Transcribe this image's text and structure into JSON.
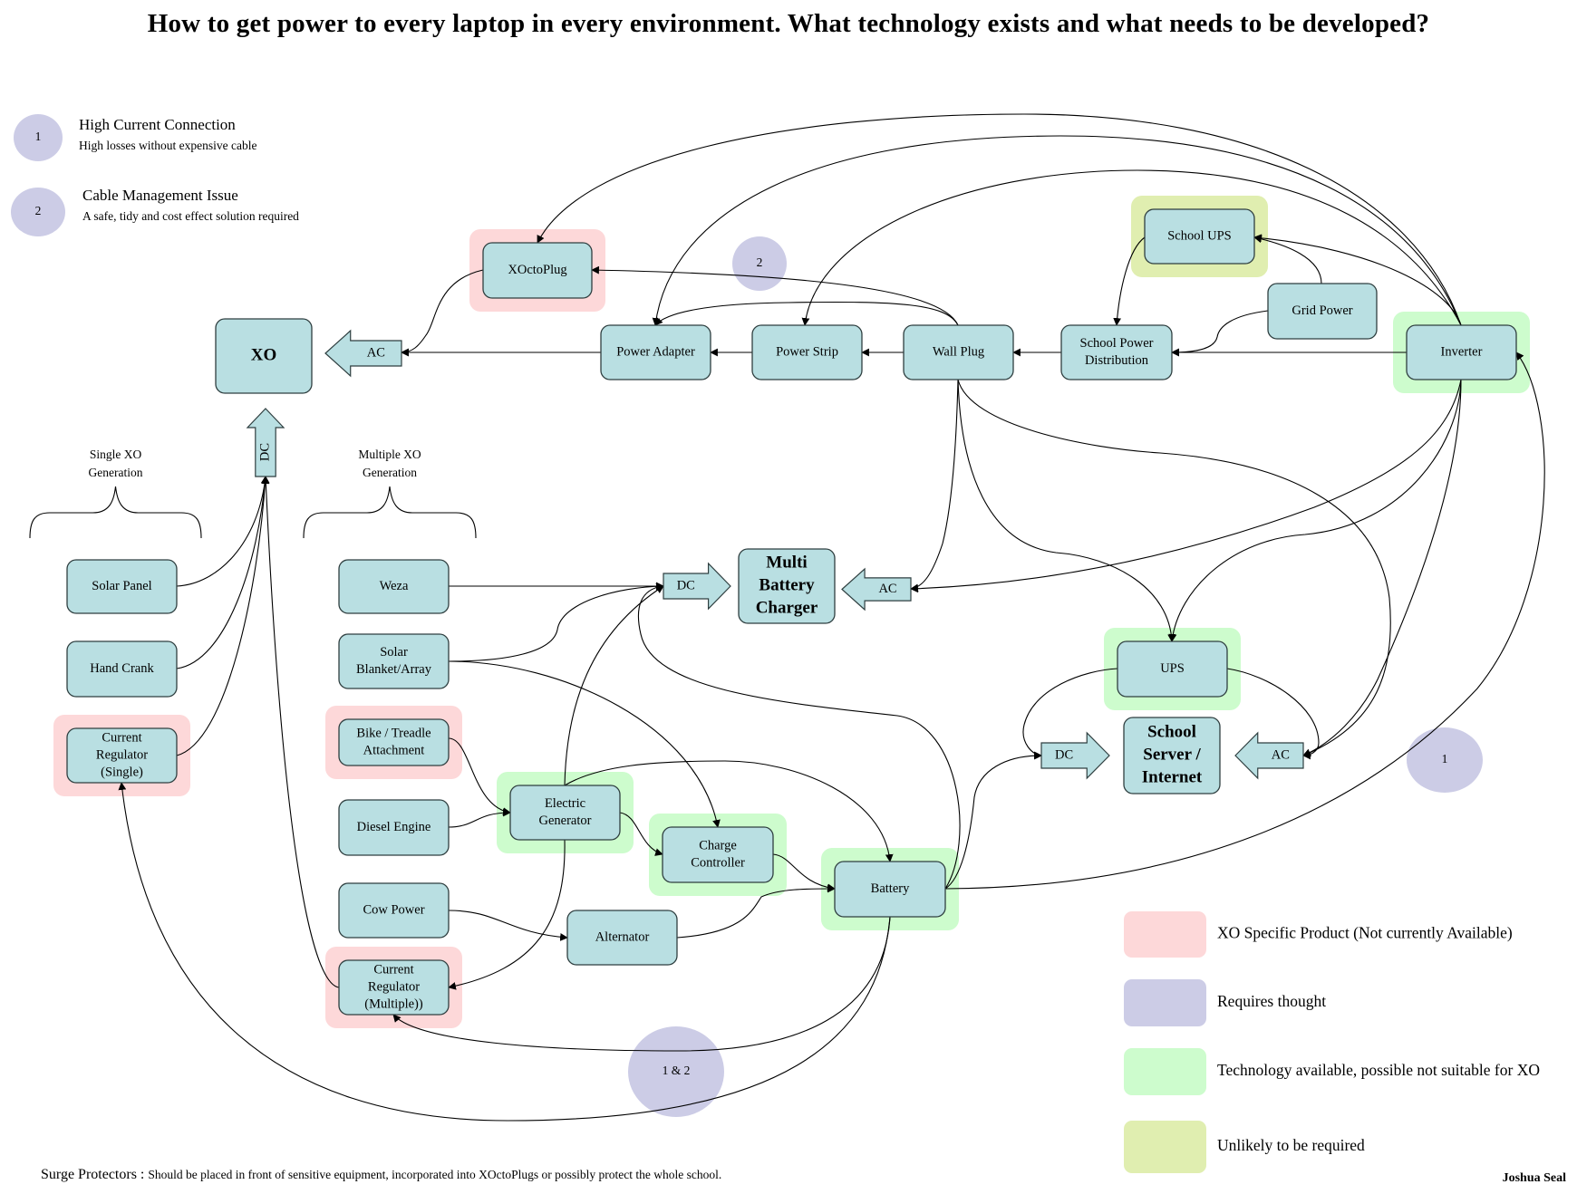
{
  "title": "How to get power to every laptop in every environment. What technology exists and what needs to be developed?",
  "notes": [
    {
      "number": "1",
      "title": "High Current Connection",
      "subtitle": "High losses without expensive cable"
    },
    {
      "number": "2",
      "title": "Cable Management Issue",
      "subtitle": "A safe, tidy and cost effect solution required"
    }
  ],
  "group_labels": {
    "single": [
      "Single XO",
      "Generation"
    ],
    "multiple": [
      "Multiple XO",
      "Generation"
    ]
  },
  "colors": {
    "node_fill": "#b9dfe2",
    "node_border": "#2f3f40",
    "xo_specific": "#fdd8d9",
    "requires_thought": "#cccce6",
    "tech_available": "#cdfccd",
    "unlikely": "#e0eeb0"
  },
  "nodes": {
    "xo": {
      "label": [
        "XO"
      ],
      "category": "none"
    },
    "xoctoplug": {
      "label": [
        "XOctoPlug"
      ],
      "category": "xo_specific"
    },
    "power_adapter": {
      "label": [
        "Power Adapter"
      ],
      "category": "none"
    },
    "power_strip": {
      "label": [
        "Power Strip"
      ],
      "category": "none"
    },
    "wall_plug": {
      "label": [
        "Wall Plug"
      ],
      "category": "none"
    },
    "school_power_distribution": {
      "label": [
        "School Power",
        "Distribution"
      ],
      "category": "none"
    },
    "school_ups": {
      "label": [
        "School UPS"
      ],
      "category": "unlikely"
    },
    "grid_power": {
      "label": [
        "Grid Power"
      ],
      "category": "none"
    },
    "inverter": {
      "label": [
        "Inverter"
      ],
      "category": "tech_available"
    },
    "solar_panel": {
      "label": [
        "Solar Panel"
      ],
      "category": "none"
    },
    "hand_crank": {
      "label": [
        "Hand Crank"
      ],
      "category": "none"
    },
    "current_regulator_single": {
      "label": [
        "Current",
        "Regulator",
        "(Single)"
      ],
      "category": "xo_specific"
    },
    "weza": {
      "label": [
        "Weza"
      ],
      "category": "none"
    },
    "solar_blanket": {
      "label": [
        "Solar",
        "Blanket/Array"
      ],
      "category": "none"
    },
    "bike_treadle": {
      "label": [
        "Bike / Treadle",
        "Attachment"
      ],
      "category": "xo_specific"
    },
    "diesel_engine": {
      "label": [
        "Diesel Engine"
      ],
      "category": "none"
    },
    "cow_power": {
      "label": [
        "Cow Power"
      ],
      "category": "none"
    },
    "current_regulator_multiple": {
      "label": [
        "Current",
        "Regulator",
        "(Multiple))"
      ],
      "category": "xo_specific"
    },
    "electric_generator": {
      "label": [
        "Electric",
        "Generator"
      ],
      "category": "tech_available"
    },
    "charge_controller": {
      "label": [
        "Charge",
        "Controller"
      ],
      "category": "tech_available"
    },
    "alternator": {
      "label": [
        "Alternator"
      ],
      "category": "none"
    },
    "battery": {
      "label": [
        "Battery"
      ],
      "category": "tech_available"
    },
    "multi_battery_charger": {
      "label": [
        "Multi",
        "Battery",
        "Charger"
      ],
      "category": "none"
    },
    "ups": {
      "label": [
        "UPS"
      ],
      "category": "tech_available"
    },
    "school_server": {
      "label": [
        "School",
        "Server /",
        "Internet"
      ],
      "category": "none"
    }
  },
  "connectors": {
    "xo_ac": "AC",
    "xo_dc": "DC",
    "mbc_dc": "DC",
    "mbc_ac": "AC",
    "server_dc": "DC",
    "server_ac": "AC"
  },
  "issue_markers": {
    "m2": "2",
    "m1": "1",
    "m12": "1 & 2"
  },
  "legend": [
    {
      "label": "XO Specific Product (Not currently Available)",
      "color": "#fdd8d9"
    },
    {
      "label": "Requires thought",
      "color": "#cccce6"
    },
    {
      "label": "Technology available, possible not suitable for XO",
      "color": "#cdfccd"
    },
    {
      "label": "Unlikely to be required",
      "color": "#e0eeb0"
    }
  ],
  "footer": {
    "label": "Surge Protectors :",
    "text": "Should be placed in front of sensitive equipment, incorporated into XOctoPlugs or possibly protect the whole school."
  },
  "author": "Joshua Seal"
}
